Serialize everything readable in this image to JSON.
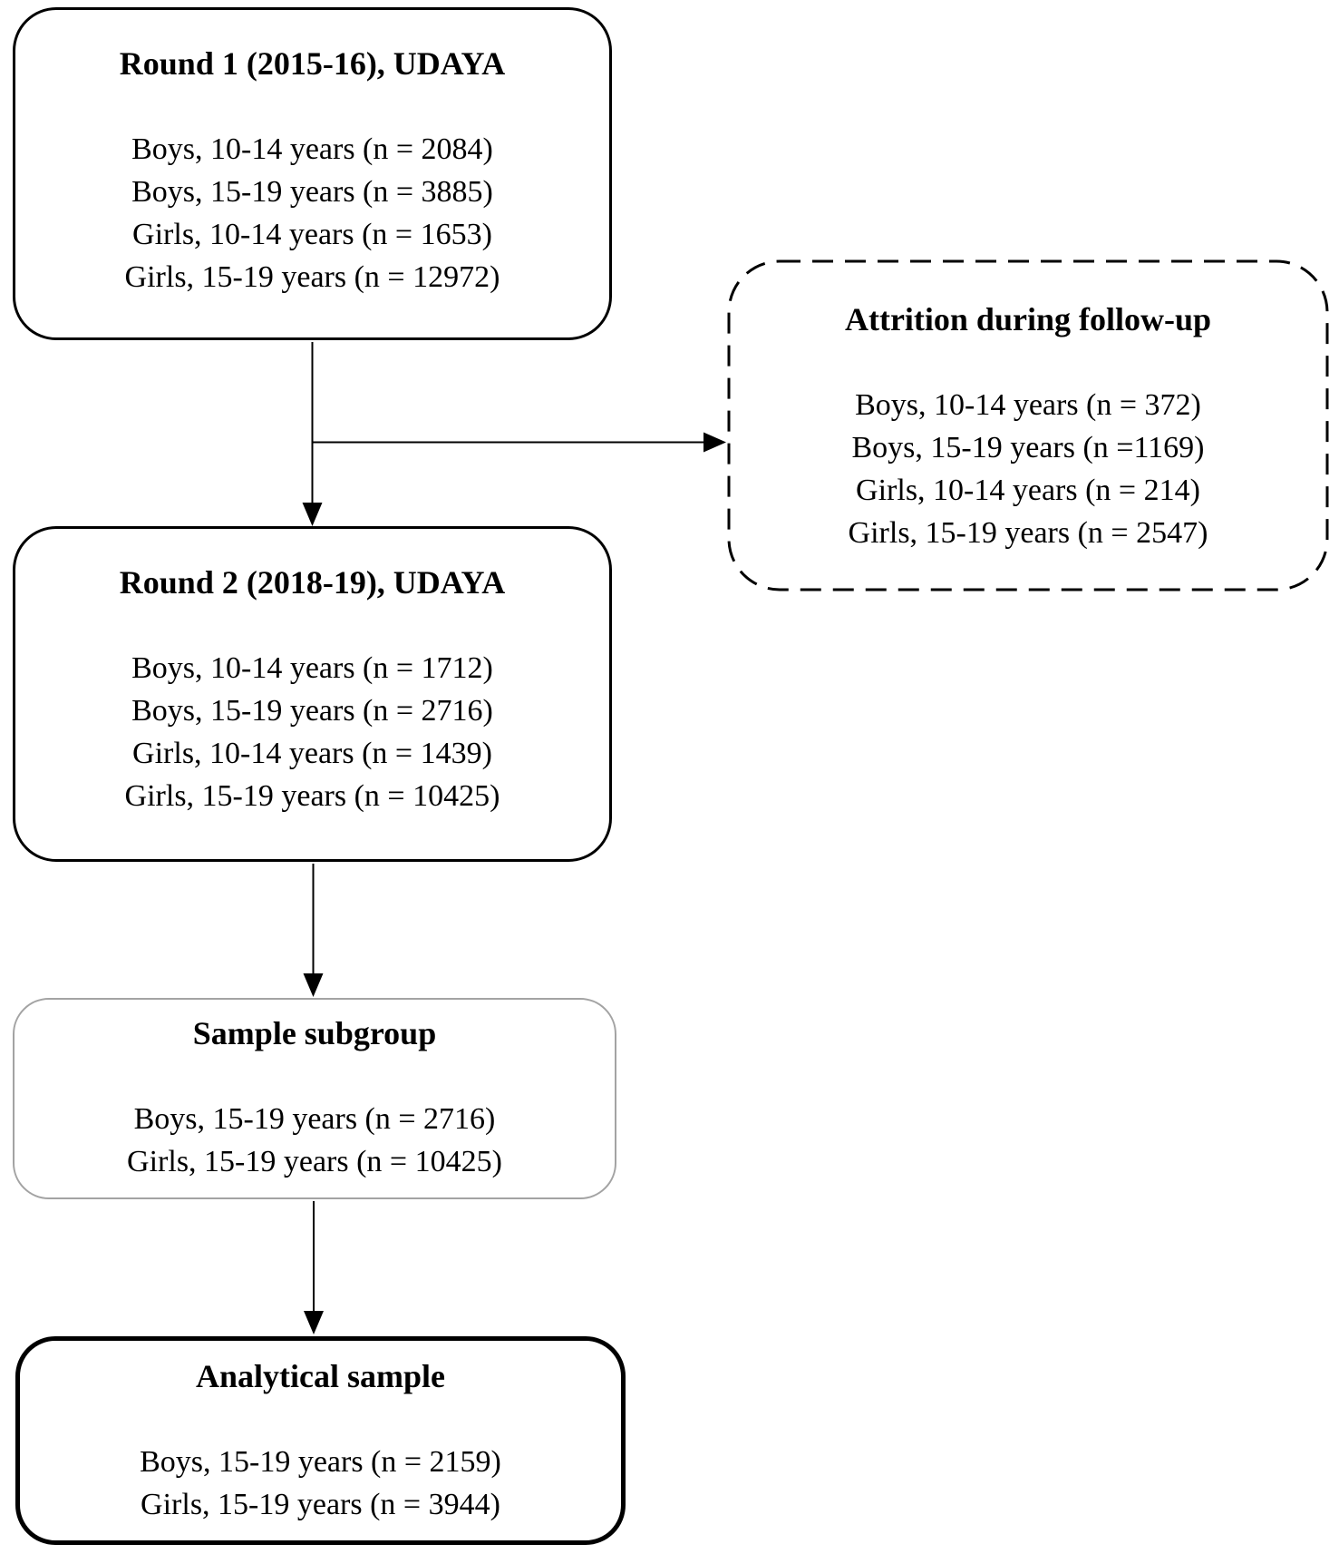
{
  "figure": {
    "type": "flowchart",
    "colors": {
      "background": "#ffffff",
      "text": "#000000",
      "solid_border": "#000000",
      "gray_border": "#a3a3a3",
      "connector": "#000000"
    },
    "boxes": {
      "round1": {
        "title": "Round 1 (2015-16), UDAYA",
        "lines": [
          "Boys, 10-14 years (n = 2084)",
          "Boys, 15-19 years (n = 3885)",
          "Girls, 10-14 years (n = 1653)",
          "Girls, 15-19 years (n = 12972)"
        ]
      },
      "attrition": {
        "title": "Attrition during follow-up",
        "lines": [
          "Boys, 10-14 years (n = 372)",
          "Boys, 15-19 years (n =1169)",
          "Girls, 10-14 years (n = 214)",
          "Girls, 15-19 years (n = 2547)"
        ]
      },
      "round2": {
        "title": "Round 2 (2018-19), UDAYA",
        "lines": [
          "Boys, 10-14 years (n = 1712)",
          "Boys, 15-19 years (n = 2716)",
          "Girls, 10-14 years (n = 1439)",
          "Girls, 15-19 years (n = 10425)"
        ]
      },
      "subgroup": {
        "title": "Sample subgroup",
        "lines": [
          "Boys, 15-19 years (n = 2716)",
          "Girls, 15-19 years (n = 10425)"
        ]
      },
      "analytical": {
        "title": "Analytical sample",
        "lines": [
          "Boys, 15-19 years (n = 2159)",
          "Girls, 15-19 years (n = 3944)"
        ]
      }
    }
  }
}
